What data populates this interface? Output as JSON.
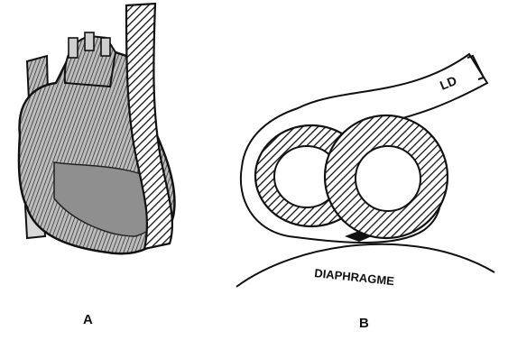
{
  "panels": {
    "a": {
      "label": "A"
    },
    "b": {
      "label": "B",
      "ld_label": "LD",
      "diaphragm_label": "DIAPHRAGME"
    }
  },
  "colors": {
    "ink": "#111111",
    "shade": "#9a9a9a",
    "paper": "#ffffff"
  }
}
